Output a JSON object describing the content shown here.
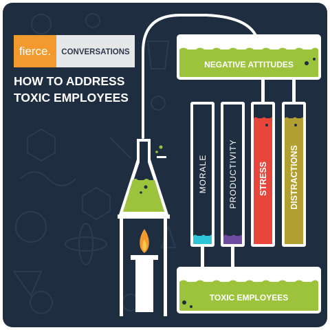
{
  "colors": {
    "background": "#1f2d41",
    "green": "#9cc33b",
    "red": "#e8463b",
    "olive": "#b3a033",
    "cyan": "#2fc4d8",
    "purple": "#6f4ba2",
    "orange": "#f29a2e",
    "white": "#ffffff"
  },
  "brand": {
    "logo_text": "fierce.",
    "tag_text": "CONVERSATIONS"
  },
  "title": {
    "line1": "HOW TO ADDRESS",
    "line2": "TOXIC EMPLOYEES"
  },
  "top_box": {
    "label": "NEGATIVE ATTITUDES"
  },
  "bottom_box": {
    "label": "TOXIC EMPLOYEES"
  },
  "tubes": [
    {
      "label": "MORALE",
      "icon": "test-tube-empty"
    },
    {
      "label": "PRODUCTIVITY",
      "icon": "test-tube-empty"
    },
    {
      "label": "STRESS",
      "icon": "test-tube-red"
    },
    {
      "label": "DISTRACTIONS",
      "icon": "test-tube-olive"
    }
  ],
  "flask": {
    "icon": "erlenmeyer-flask",
    "burner_icon": "bunsen-burner-flame"
  }
}
